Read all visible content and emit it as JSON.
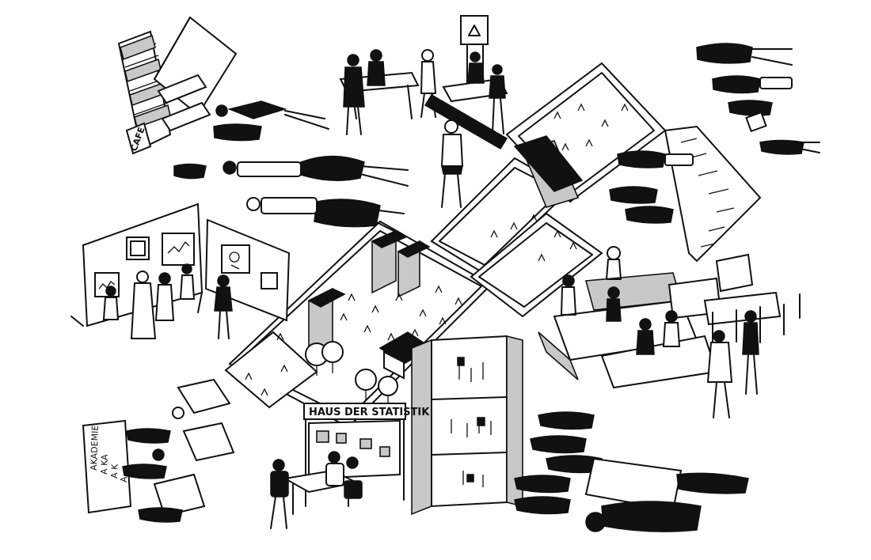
{
  "illustration": {
    "building_sign": "HAUS DER STATISTIK",
    "cafe_sign": "CAFE",
    "whiteboard_text": [
      "AKADEMIE",
      "A KA",
      "A K",
      "A"
    ],
    "recycling_sign_icon": "recycling-icon",
    "colors": {
      "ink": "#111111",
      "paper": "#ffffff",
      "grey": "#c8c8c8"
    }
  }
}
